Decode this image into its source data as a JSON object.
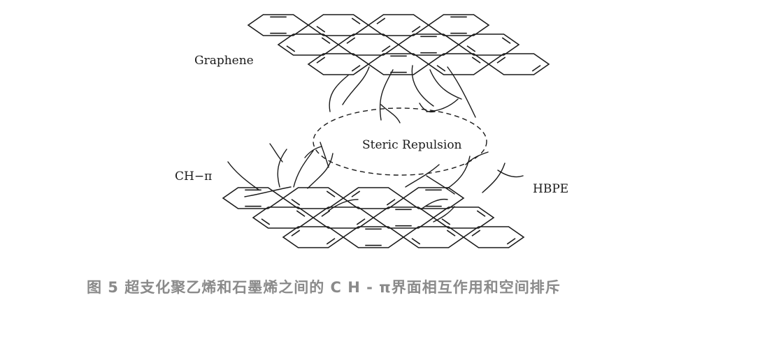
{
  "labels": {
    "graphene": "Graphene",
    "steric": "Steric Repulsion",
    "chpi": "CH−π",
    "hbpe": "HBPE"
  },
  "caption": "图 5  超支化聚乙烯和石墨烯之间的 C H - π界面相互作用和空间排斥"
}
